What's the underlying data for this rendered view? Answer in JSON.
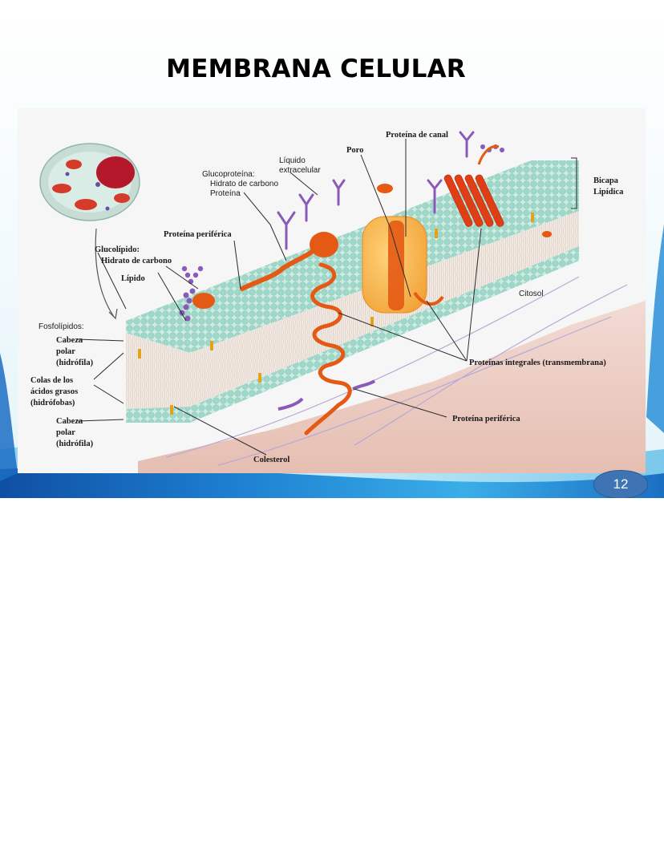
{
  "slide": {
    "title": "MEMBRANA CELULAR",
    "page_number": "12"
  },
  "labels": {
    "proteina_canal": "Proteína de canal",
    "poro": "Poro",
    "liquido_1": "Líquido",
    "liquido_2": "extracelular",
    "glucoproteina_1": "Glucoproteína:",
    "glucoproteina_2": "Hidrato de carbono",
    "glucoproteina_3": "Proteína",
    "bicapa_1": "Bicapa",
    "bicapa_2": "Lipídica",
    "periferica_top": "Proteína periférica",
    "glucolipido_1": "Glucolípido:",
    "glucolipido_2": "Hidrato de carbono",
    "lipido": "Lípido",
    "citosol": "Citosol",
    "fosfolipidos": "Fosfolípidos:",
    "cabeza1_1": "Cabeza",
    "cabeza1_2": "polar",
    "cabeza1_3": "(hidrófila)",
    "colas_1": "Colas de los",
    "colas_2": "ácidos grasos",
    "colas_3": "(hidrófobas)",
    "cabeza2_1": "Cabeza",
    "cabeza2_2": "polar",
    "cabeza2_3": "(hidrófila)",
    "integrales": "Proteínas integrales (transmembrana)",
    "periferica_bottom": "Proteína periférica",
    "colesterol": "Colesterol"
  },
  "colors": {
    "head": "#a9dcd0",
    "protein": "#e45a14",
    "carbohydrate": "#8a5ab8",
    "cytosol": "#e9c8c0",
    "slide_accent": "#1e63b8"
  }
}
